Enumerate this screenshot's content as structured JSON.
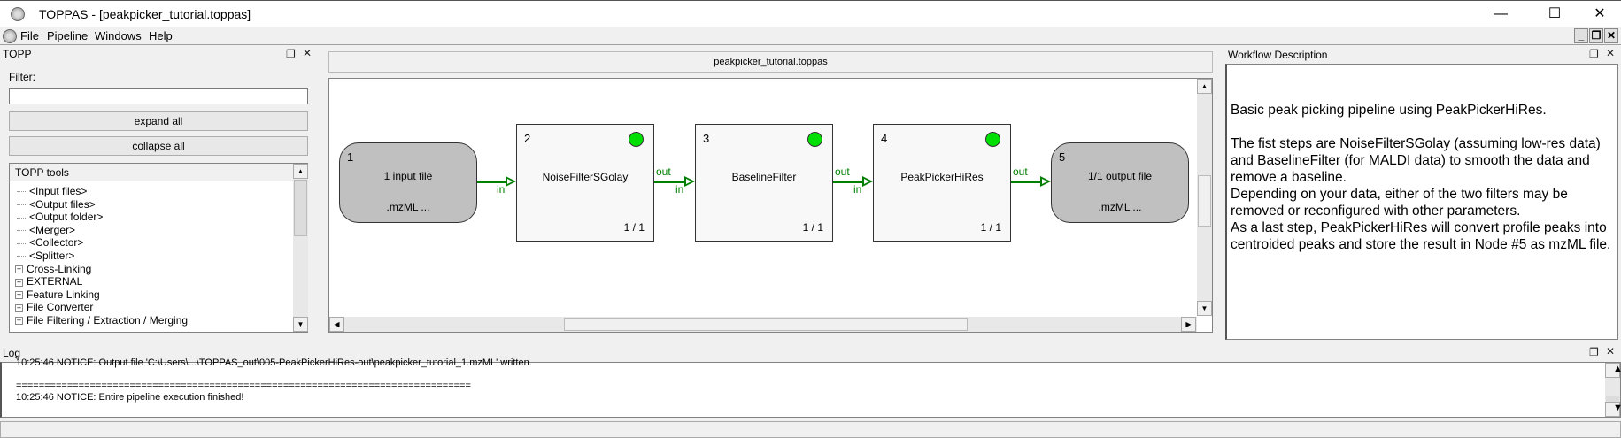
{
  "window": {
    "title": "TOPPAS - [peakpicker_tutorial.toppas]",
    "minimize": "—",
    "maximize": "☐",
    "close": "✕"
  },
  "menu": {
    "items": [
      "File",
      "Pipeline",
      "Windows",
      "Help"
    ]
  },
  "topp_panel": {
    "title": "TOPP",
    "filter_label": "Filter:",
    "filter_value": "",
    "expand_all": "expand all",
    "collapse_all": "collapse all",
    "tree_header": "TOPP tools",
    "items": [
      {
        "label": "<Input files>",
        "expandable": false
      },
      {
        "label": "<Output files>",
        "expandable": false
      },
      {
        "label": "<Output folder>",
        "expandable": false
      },
      {
        "label": "<Merger>",
        "expandable": false
      },
      {
        "label": "<Collector>",
        "expandable": false
      },
      {
        "label": "<Splitter>",
        "expandable": false
      },
      {
        "label": "Cross-Linking",
        "expandable": true
      },
      {
        "label": "EXTERNAL",
        "expandable": true
      },
      {
        "label": "Feature Linking",
        "expandable": true
      },
      {
        "label": "File Converter",
        "expandable": true
      },
      {
        "label": "File Filtering / Extraction / Merging",
        "expandable": true
      }
    ]
  },
  "document": {
    "tab": "peakpicker_tutorial.toppas"
  },
  "pipeline": {
    "nodes": [
      {
        "num": "1",
        "label": "1 input file",
        "sub": ".mzML ..."
      },
      {
        "num": "2",
        "label": "NoiseFilterSGolay",
        "count": "1 / 1",
        "status_color": "#00e000"
      },
      {
        "num": "3",
        "label": "BaselineFilter",
        "count": "1 / 1",
        "status_color": "#00e000"
      },
      {
        "num": "4",
        "label": "PeakPickerHiRes",
        "count": "1 / 1",
        "status_color": "#00e000"
      },
      {
        "num": "5",
        "label": "1/1 output file",
        "sub": ".mzML ..."
      }
    ],
    "edge_color": "#008000",
    "port_in": "in",
    "port_out": "out"
  },
  "workflow_description": {
    "title": "Workflow Description",
    "lines": [
      "Basic peak picking pipeline using PeakPickerHiRes.",
      "",
      "The fist steps are NoiseFilterSGolay (assuming low-res data)",
      "and BaselineFilter (for MALDI data) to smooth the data and",
      "remove a baseline.",
      "Depending on your data, either of the two filters may be",
      "removed or reconfigured with other parameters.",
      "As a last step, PeakPickerHiRes will convert profile peaks into",
      "centroided peaks and store the result in Node #5 as mzML file."
    ]
  },
  "log": {
    "title": "Log",
    "lines": [
      "10:25:46 NOTICE: Output file 'C:\\Users\\...\\TOPPAS_out\\005-PeakPickerHiRes-out\\peakpicker_tutorial_1.mzML' written.",
      "",
      "================================================================================",
      "10:25:46 NOTICE: Entire pipeline execution finished!"
    ]
  }
}
